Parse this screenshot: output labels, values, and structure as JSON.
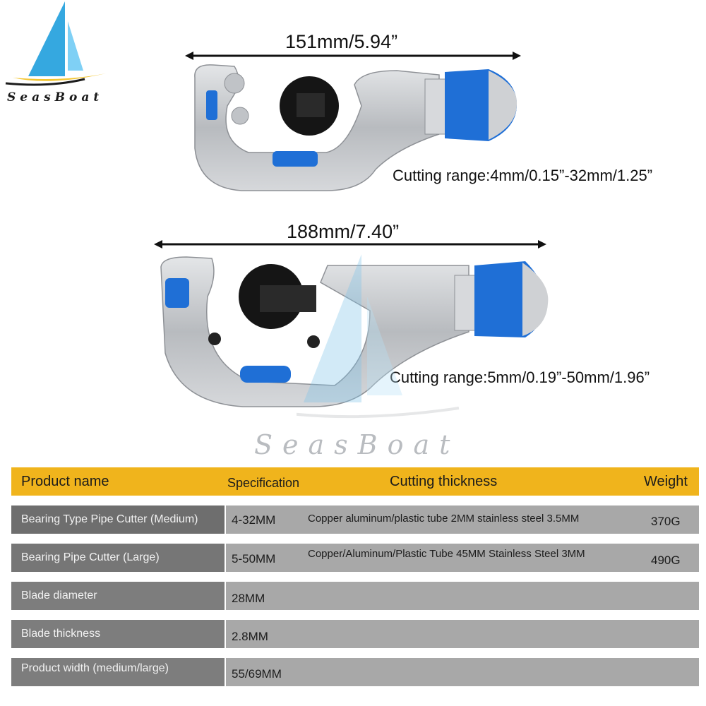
{
  "brand": {
    "logo_text": "SeasBoat",
    "watermark_text": "SeasBoat",
    "colors": {
      "sail": "#35a8e0",
      "sail_light": "#7fd0f5",
      "hull": "#f2c531"
    }
  },
  "products": [
    {
      "dimension": "151mm/5.94”",
      "cutting_range": "Cutting range:4mm/0.15”-32mm/1.25”"
    },
    {
      "dimension": "188mm/7.40”",
      "cutting_range": "Cutting range:5mm/0.19”-50mm/1.96”"
    }
  ],
  "colors": {
    "tool_body": "#c9cbce",
    "knob": "#1f6fd6",
    "wheel": "#151515",
    "header_bg": "#f0b41c"
  },
  "table": {
    "headers": {
      "name": "Product name",
      "spec": "Specification",
      "thickness": "Cutting thickness",
      "weight": "Weight"
    },
    "rows": [
      {
        "name": "Bearing Type Pipe Cutter (Medium)",
        "spec": "4-32MM",
        "thickness": "Copper aluminum/plastic tube 2MM stainless steel 3.5MM",
        "weight": "370G"
      },
      {
        "name": "Bearing Pipe Cutter (Large)",
        "spec": "5-50MM",
        "thickness": "Copper/Aluminum/Plastic Tube 45MM Stainless Steel 3MM",
        "weight": "490G"
      },
      {
        "name": "Blade diameter",
        "spec": "28MM",
        "thickness": "",
        "weight": ""
      },
      {
        "name": "Blade thickness",
        "spec": "2.8MM",
        "thickness": "",
        "weight": ""
      },
      {
        "name": "Product width (medium/large)",
        "spec": "55/69MM",
        "thickness": "",
        "weight": ""
      }
    ]
  }
}
